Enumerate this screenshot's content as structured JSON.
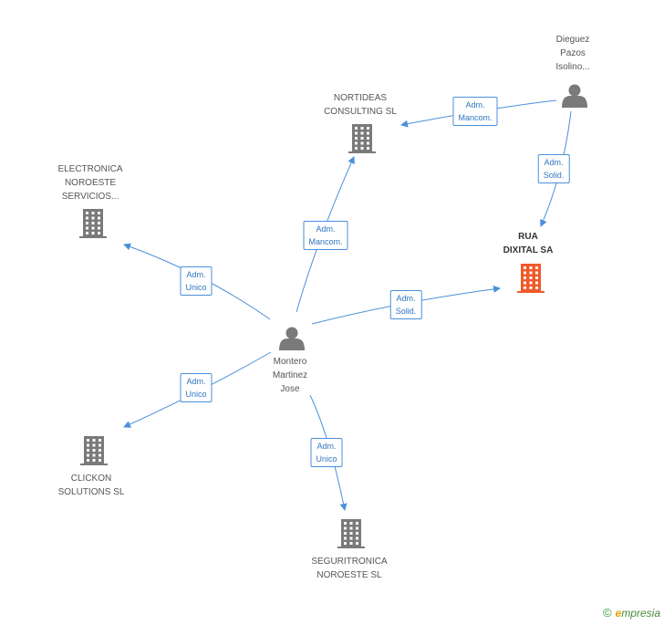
{
  "nodes": [
    {
      "id": "dieguez",
      "kind": "person",
      "lines": [
        "Dieguez",
        "Pazos",
        "Isolino..."
      ]
    },
    {
      "id": "nortideas",
      "kind": "company",
      "lines": [
        "NORTIDEAS",
        "CONSULTING SL"
      ]
    },
    {
      "id": "electronica",
      "kind": "company",
      "lines": [
        "ELECTRONICA",
        "NOROESTE",
        "SERVICIOS..."
      ]
    },
    {
      "id": "rua",
      "kind": "company",
      "main": true,
      "lines": [
        "RUA",
        "DIXITAL SA"
      ]
    },
    {
      "id": "montero",
      "kind": "person",
      "lines": [
        "Montero",
        "Martinez",
        "Jose"
      ]
    },
    {
      "id": "clickon",
      "kind": "company",
      "lines": [
        "CLICKON",
        "SOLUTIONS SL"
      ]
    },
    {
      "id": "seguritronica",
      "kind": "company",
      "lines": [
        "SEGURITRONICA",
        "NOROESTE SL"
      ]
    }
  ],
  "edges": [
    {
      "from": "dieguez",
      "to": "nortideas",
      "lines": [
        "Adm.",
        "Mancom."
      ]
    },
    {
      "from": "dieguez",
      "to": "rua",
      "lines": [
        "Adm.",
        "Solid."
      ]
    },
    {
      "from": "montero",
      "to": "nortideas",
      "lines": [
        "Adm.",
        "Mancom."
      ]
    },
    {
      "from": "montero",
      "to": "electronica",
      "lines": [
        "Adm.",
        "Unico"
      ]
    },
    {
      "from": "montero",
      "to": "rua",
      "lines": [
        "Adm.",
        "Solid."
      ]
    },
    {
      "from": "montero",
      "to": "clickon",
      "lines": [
        "Adm.",
        "Unico"
      ]
    },
    {
      "from": "montero",
      "to": "seguritronica",
      "lines": [
        "Adm.",
        "Unico"
      ]
    }
  ],
  "footer": {
    "copyright": "©",
    "brand_initial": "e",
    "brand_rest": "mpresia"
  },
  "colors": {
    "edge": "#4a90d9",
    "icon": "#7a7a7a",
    "main_icon": "#f05a2a"
  }
}
